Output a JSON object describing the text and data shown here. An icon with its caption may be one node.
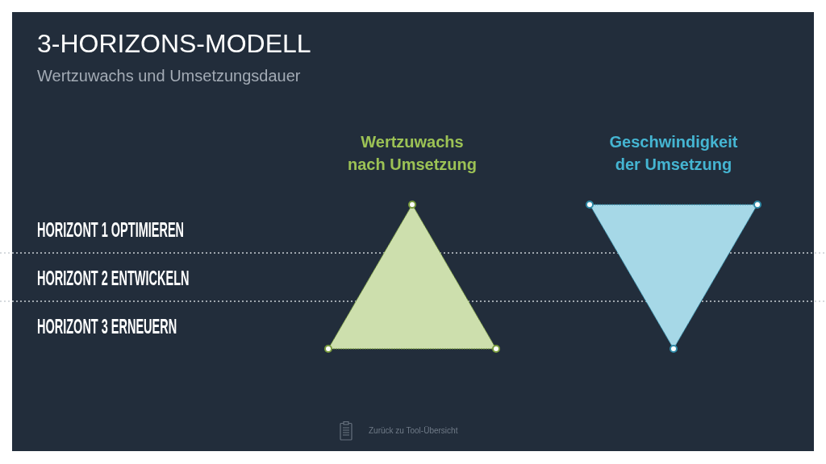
{
  "diagram": {
    "title": "3-HORIZONS-MODELL",
    "nodes": [
      {
        "text": [
          "Wertzuwachs nach Umsetzung"
        ]
      },
      {
        "text": [
          "Geschwindigkeit der Umsetzung"
        ]
      }
    ],
    "labels": [
      "Wertzuwachs und Umsetzungsdauer",
      "HORIZONT 1 OPTIMIEREN",
      "HORIZONT 2 ENTWICKELN",
      "HORIZONT 3 ERNEUERN",
      "Zurück zu Tool-Übersicht"
    ]
  }
}
